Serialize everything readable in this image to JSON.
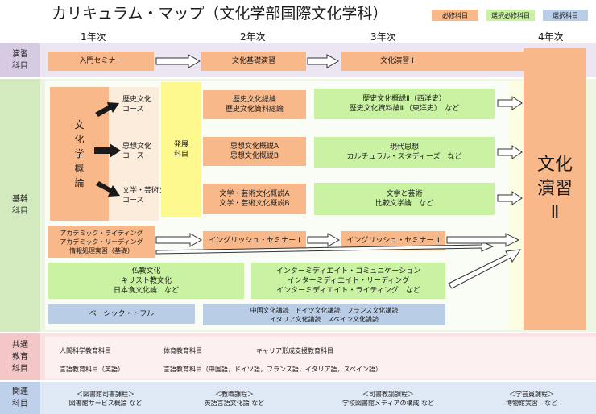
{
  "title": "カリキュラム・マップ（文化学部国際文化学科）",
  "legend": [
    {
      "label": "必修科目",
      "color": "#f8b889"
    },
    {
      "label": "選択必修科目",
      "color": "#c9f2a3"
    },
    {
      "label": "選択科目",
      "color": "#b9cde6"
    }
  ],
  "years": [
    "1年次",
    "2年次",
    "3年次",
    "4年次"
  ],
  "sections": {
    "enshu": "演習\n科目",
    "kikan": "基幹\n科目",
    "kyotsu": "共通\n教育\n科目",
    "kanren": "関連\n科目"
  },
  "seminars": {
    "intro": "入門セミナー",
    "basic": "文化基礎演習",
    "enshu1": "文化演習 Ⅰ",
    "enshu2": "文化\n演習\nⅡ"
  },
  "kikan": {
    "gairon": "文\n化\n学\n概\n論",
    "course_history": "歴史文化\nコース",
    "course_thought": "思想文化\nコース",
    "course_literature": "文学・芸術文化\nコース",
    "hatten": "発展\n科目",
    "history2": "歴史文化総論\n歴史文化資料総論",
    "thought2": "思想文化概説A\n思想文化概説B",
    "literature2": "文学・芸術文化概説A\n文学・芸術文化概説B",
    "history3": "歴史文化概説Ⅱ（西洋史）\n歴史文化資料論Ⅲ（東洋史）　など",
    "thought3": "現代思想\nカルチュラル・スタディーズ　など",
    "literature3": "文学と芸術\n比較文学論　など",
    "academic": "アカデミック・ライティング\nアカデミック・リーディング\n情報処理実習（基礎）",
    "english1": "イングリッシュ・セミナー Ⅰ",
    "english2": "イングリッシュ・セミナー Ⅱ",
    "culture": "仏教文化\nキリスト教文化\n日本食文化論　など",
    "intermediate": "インターミディエイト・コミュニケーション\nインターミディエイト・リーディング\nインターミディエイト・ライティング　など",
    "basic_toefl": "ベーシック・トフル",
    "lang_lectures": "中国文化講読　ドイツ文化講読　フランス文化講読\nイタリア文化講読　スペイン文化講読"
  },
  "kyotsu": {
    "item1": "人間科学教育科目",
    "item2": "体育教育科目",
    "item3": "キャリア形成支援教育科目",
    "item4": "言語教育科目（英語）",
    "item5": "言語教育科目（中国語，ドイツ語，フランス語，イタリア語，スペイン語）"
  },
  "kanren": {
    "library": "＜図書館司書課程＞\n図書館サービス概論 など",
    "teacher": "＜教職課程＞\n英語言語文化論 など",
    "school_library": "＜司書教諭課程＞\n学校図書館メディアの構成 など",
    "museum": "＜学芸員課程＞\n博物館実習　など"
  }
}
